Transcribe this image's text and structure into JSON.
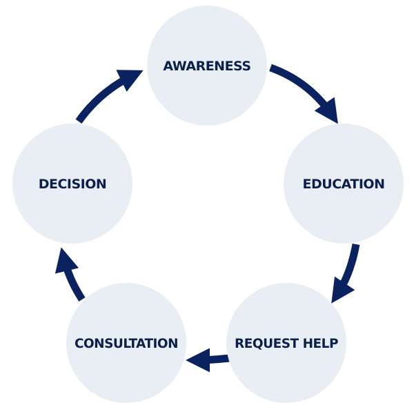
{
  "title": "Cycle diagram",
  "colors": {
    "circle_fill": "#e9eef4",
    "text": "#0b1f4d",
    "arrow": "#0a2260",
    "background": "#ffffff"
  },
  "nodes": [
    {
      "id": "awareness",
      "label": "AWARENESS"
    },
    {
      "id": "education",
      "label": "EDUCATION"
    },
    {
      "id": "request-help",
      "label": "REQUEST HELP"
    },
    {
      "id": "consultation",
      "label": "CONSULTATION"
    },
    {
      "id": "decision",
      "label": "DECISION"
    }
  ],
  "edges": [
    {
      "from": "awareness",
      "to": "education"
    },
    {
      "from": "education",
      "to": "request-help"
    },
    {
      "from": "request-help",
      "to": "consultation"
    },
    {
      "from": "consultation",
      "to": "decision"
    },
    {
      "from": "decision",
      "to": "awareness"
    }
  ]
}
